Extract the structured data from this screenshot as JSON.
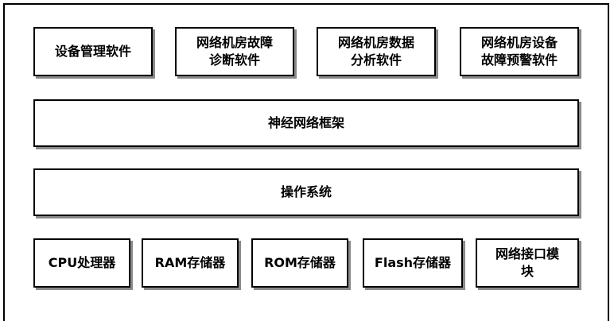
{
  "applications": [
    {
      "label": "设备管理软件"
    },
    {
      "label": "网络机房故障\n诊断软件"
    },
    {
      "label": "网络机房数据\n分析软件"
    },
    {
      "label": "网络机房设备\n故障预警软件"
    }
  ],
  "layers": [
    {
      "label": "神经网络框架"
    },
    {
      "label": "操作系统"
    }
  ],
  "hardware": [
    {
      "label": "CPU处理器"
    },
    {
      "label": "RAM存储器"
    },
    {
      "label": "ROM存储器"
    },
    {
      "label": "Flash存储器"
    },
    {
      "label": "网络接口模\n块"
    }
  ]
}
